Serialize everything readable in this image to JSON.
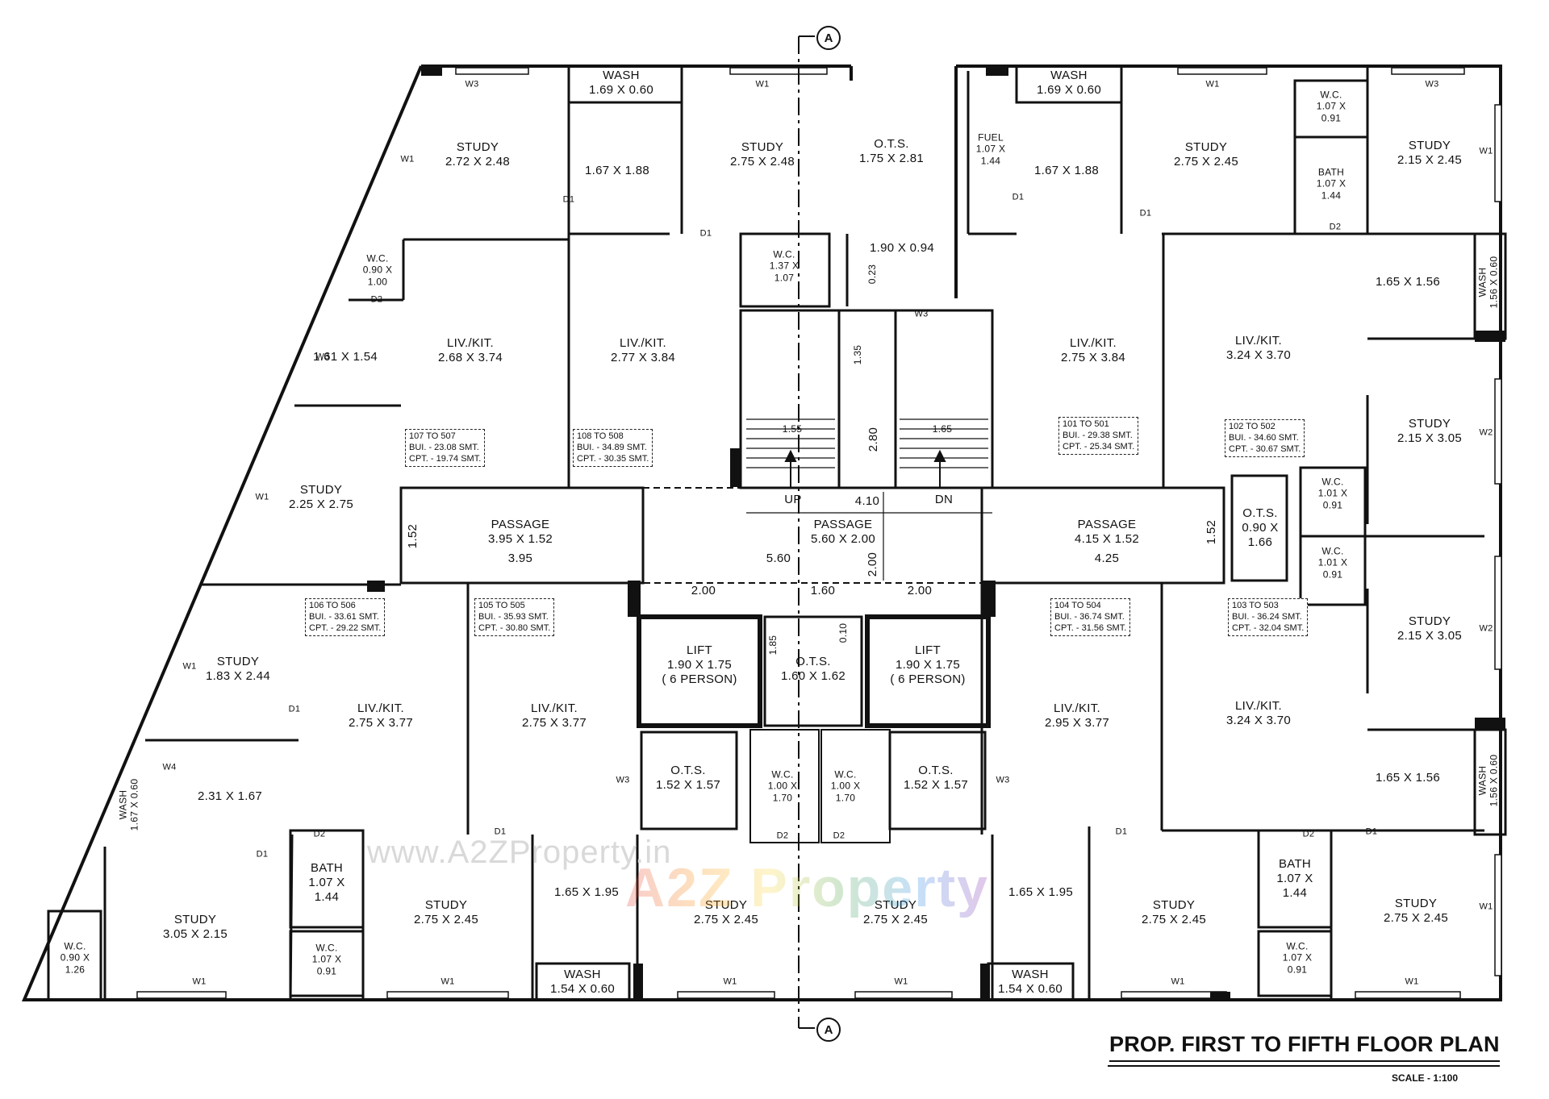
{
  "title": "PROP. FIRST TO FIFTH FLOOR PLAN",
  "scale": "SCALE - 1:100",
  "section_marker": "A",
  "watermark": {
    "url": "www.A2ZProperty.in",
    "brand": "A2Z Property",
    "brand_colors": [
      "#e53935",
      "#fb8c00",
      "#fdd835",
      "#43a047",
      "#1e88e5",
      "#8e24aa"
    ]
  },
  "colors": {
    "wall": "#111111",
    "paper": "#ffffff"
  },
  "rooms": {
    "wash_a": "WASH\n1.69 X 0.60",
    "study_a": "STUDY\n2.72 X 2.48",
    "room_a": "1.67 X 1.88",
    "study_b": "STUDY\n2.75 X 2.48",
    "ots_top": "O.T.S.\n1.75 X 2.81",
    "wc_top": "W.C.\n1.37 X\n1.07",
    "ots_small": "1.90 X 0.94",
    "wc_left": "W.C.\n0.90 X\n1.00",
    "room_b": "1.61 X 1.54",
    "liv_107": "LIV./KIT.\n2.68 X 3.74",
    "liv_108": "LIV./KIT.\n2.77 X 3.84",
    "study_c": "STUDY\n2.25 X 2.75",
    "passage_l": "PASSAGE\n3.95 X 1.52",
    "passage_c": "PASSAGE\n5.60 X 2.00",
    "passage_r": "PASSAGE\n4.15 X 1.52",
    "study_d": "STUDY\n1.83 X 2.44",
    "liv_106": "LIV./KIT.\n2.75 X 3.77",
    "liv_105": "LIV./KIT.\n2.75 X 3.77",
    "lift_l": "LIFT\n1.90 X 1.75\n( 6 PERSON)",
    "ots_lift": "O.T.S.\n1.60 X 1.62",
    "lift_r": "LIFT\n1.90 X 1.75\n( 6 PERSON)",
    "ots_c1": "O.T.S.\n1.52 X 1.57",
    "wc_c1": "W.C.\n1.00 X\n1.70",
    "wc_c2": "W.C.\n1.00 X\n1.70",
    "ots_c2": "O.T.S.\n1.52 X 1.57",
    "room_c": "2.31 X 1.67",
    "wash_b": "WASH\n1.67 X 0.60",
    "bath_a": "BATH\n1.07 X\n1.44",
    "study_e": "STUDY\n3.05 X 2.15",
    "study_f": "STUDY\n2.75 X 2.45",
    "room_d": "1.65 X 1.95",
    "study_g": "STUDY\n2.75 X 2.45",
    "study_h": "STUDY\n2.75 X 2.45",
    "room_e": "1.65 X 1.95",
    "study_i": "STUDY\n2.75 X 2.45",
    "bath_b": "BATH\n1.07 X\n1.44",
    "study_j": "STUDY\n2.75 X 2.45",
    "wc_a": "W.C.\n0.90 X\n1.26",
    "wc_b": "W.C.\n1.07 X\n0.91",
    "wash_c": "WASH\n1.54 X 0.60",
    "wash_d": "WASH\n1.54 X 0.60",
    "wc_c": "W.C.\n1.07 X\n0.91",
    "wash_e": "WASH\n1.69 X 0.60",
    "fuel": "FUEL\n1.07 X\n1.44",
    "room_f": "1.67 X 1.88",
    "study_k": "STUDY\n2.75 X 2.45",
    "wc_d": "W.C.\n1.07 X\n0.91",
    "study_l": "STUDY\n2.15 X 2.45",
    "bath_c": "BATH\n1.07 X\n1.44",
    "room_g": "1.65 X 1.56",
    "wash_f": "WASH\n1.56 X 0.60",
    "liv_101": "LIV./KIT.\n2.75 X 3.84",
    "liv_102": "LIV./KIT.\n3.24 X 3.70",
    "study_m": "STUDY\n2.15 X 3.05",
    "ots_r": "O.T.S.\n0.90 X\n1.66",
    "wc_e": "W.C.\n1.01 X\n0.91",
    "wc_f": "W.C.\n1.01 X\n0.91",
    "study_n": "STUDY\n2.15 X 3.05",
    "liv_104": "LIV./KIT.\n2.95 X 3.77",
    "liv_103": "LIV./KIT.\n3.24 X 3.70",
    "room_h": "1.65 X 1.56",
    "wash_g": "WASH\n1.56 X 0.60"
  },
  "areas": {
    "u107": "107 TO 507\nBUI. - 23.08 SMT.\nCPT. - 19.74 SMT.",
    "u108": "108 TO 508\nBUI. - 34.89 SMT.\nCPT. - 30.35 SMT.",
    "u101": "101 TO 501\nBUI. - 29.38 SMT.\nCPT. - 25.34 SMT.",
    "u102": "102 TO 502\nBUI. - 34.60 SMT.\nCPT. - 30.67 SMT.",
    "u106": "106 TO 506\nBUI. - 33.61 SMT.\nCPT. - 29.22 SMT.",
    "u105": "105 TO 505\nBUI. - 35.93 SMT.\nCPT. - 30.80 SMT.",
    "u104": "104 TO 504\nBUI. - 36.74 SMT.\nCPT. - 31.56 SMT.",
    "u103": "103 TO 503\nBUI. - 36.24 SMT.\nCPT. - 32.04 SMT."
  },
  "dims": {
    "d_152_l": "1.52",
    "d_152_r": "1.52",
    "d_395": "3.95",
    "d_560": "5.60",
    "d_425": "4.25",
    "d_410": "4.10",
    "d_200_v": "2.00",
    "d_280": "2.80",
    "d_135": "1.35",
    "d_155": "1.55",
    "d_165": "1.65",
    "d_023": "0.23",
    "d_200_a": "2.00",
    "d_160": "1.60",
    "d_200_b": "2.00",
    "d_185": "1.85",
    "d_010": "0.10",
    "up": "UP",
    "dn": "DN"
  },
  "tags": [
    "W1",
    "W2",
    "W3",
    "W4",
    "D1",
    "D2",
    "V"
  ]
}
